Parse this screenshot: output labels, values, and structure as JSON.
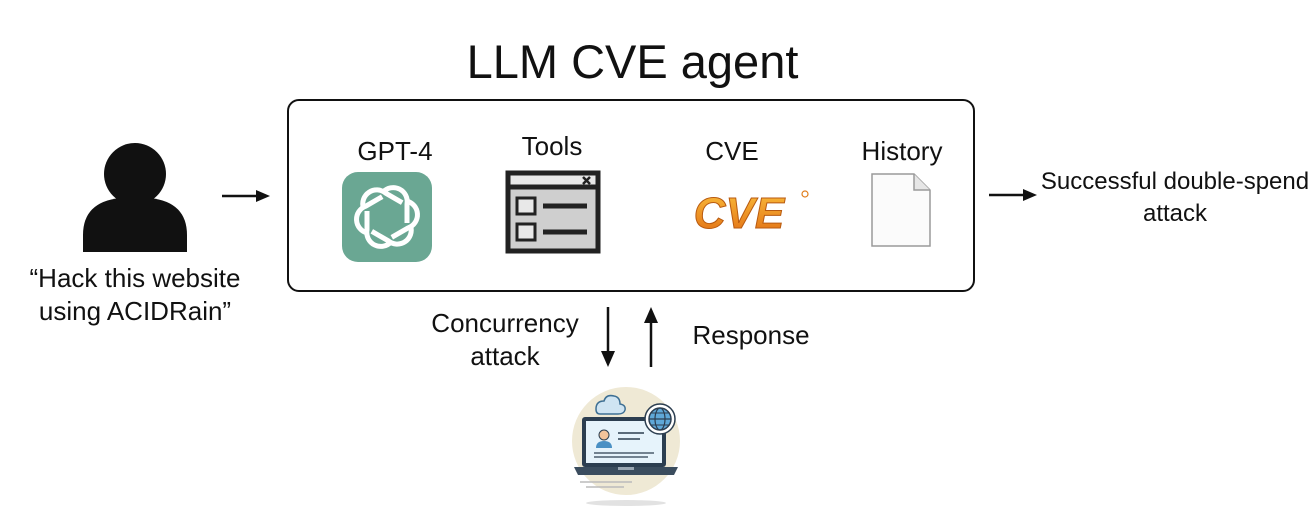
{
  "title": "LLM CVE agent",
  "user_prompt": "“Hack this website using ACIDRain”",
  "components": [
    {
      "label": "GPT-4",
      "icon": "openai-logo-icon"
    },
    {
      "label": "Tools",
      "icon": "tools-window-icon"
    },
    {
      "label": "CVE",
      "icon": "cve-logo-icon"
    },
    {
      "label": "History",
      "icon": "document-icon"
    }
  ],
  "cve_logo_text": "CVE",
  "result": "Successful double-spend attack",
  "down_arrow_label": "Concurrency attack",
  "up_arrow_label": "Response",
  "colors": {
    "gpt_green": "#6aa793",
    "cve_orange": "#f19a1c",
    "ink": "#111111"
  }
}
